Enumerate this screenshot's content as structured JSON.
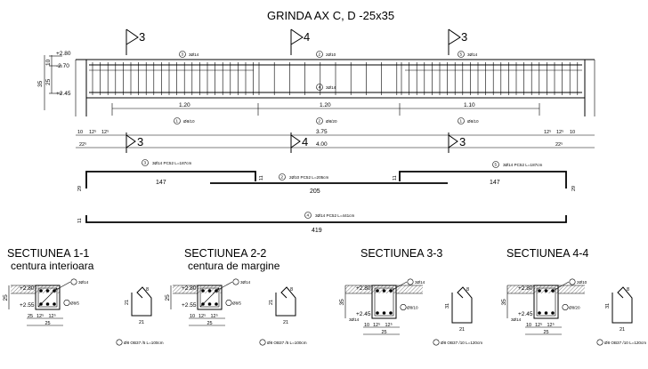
{
  "title": "GRINDA AX C, D -25x35",
  "elevations": {
    "top": "+2.80",
    "mid": "-2.70",
    "bottom": "+2.45"
  },
  "left_dims": {
    "d35": "35",
    "d25": "25",
    "d10": "10"
  },
  "section_marks": [
    "3",
    "4",
    "3"
  ],
  "bar_callouts": {
    "top_left": "3Ø14",
    "top_mid": "2Ø10",
    "top_right": "3Ø14",
    "center": "3Ø14",
    "stirrup_left": "Ø8/10",
    "stirrup_mid": "Ø8/20",
    "stirrup_right": "Ø8/10"
  },
  "span_dims": {
    "zone_left": "1.20",
    "zone_mid": "1.20",
    "zone_right": "1.10",
    "clear_span": "3.75",
    "axis_span": "4.00"
  },
  "end_dims": {
    "a": "10",
    "b": "12⁵",
    "c": "12⁵",
    "d": "22⁵"
  },
  "bars": [
    {
      "mark": "3Ø14 PC52 L=187cm",
      "len_right": "147",
      "end_right": "11",
      "end_down": "29"
    },
    {
      "mark": "2Ø10 PC52 L=205cm",
      "len": "205"
    },
    {
      "mark": "3Ø14 PC52 L=187cm",
      "len_left": "147",
      "end_left": "11",
      "end_down": "29"
    },
    {
      "mark": "3Ø14 PC52 L=441cm",
      "len": "419",
      "end_up": "11"
    }
  ],
  "sections": [
    {
      "title": "SECTIUNEA 1-1",
      "subtitle": "centura interioara",
      "elev_top": "+2.80",
      "elev_bot": "+2.55",
      "dim_h": "25",
      "dim_b": "25",
      "dim_b1": "12⁵",
      "dim_b2": "12⁵",
      "dim_side": "25",
      "bars_top": "3Ø14",
      "stirrup": "Ø8/5",
      "stirrup_h": "21",
      "stirrup_w": "21",
      "hook": "8",
      "stirrup_mark": "Ø8 OB37 /5 L=100cm"
    },
    {
      "title": "SECTIUNEA 2-2",
      "subtitle": "centura de margine",
      "elev_top": "+2.80",
      "elev_bot": "+2.55",
      "dim_h": "25",
      "dim_b": "25",
      "dim_b1": "12⁵",
      "dim_b2": "12⁵",
      "dim_side": "10",
      "bars_top": "3Ø14",
      "stirrup": "Ø8/5",
      "stirrup_h": "21",
      "stirrup_w": "21",
      "hook": "8",
      "stirrup_mark": "Ø8 OB37 /5 L=100cm"
    },
    {
      "title": "SECTIUNEA 3-3",
      "subtitle": "",
      "elev_top": "+2.80",
      "elev_bot": "+2.45",
      "dim_h": "35",
      "dim_b": "25",
      "dim_b1": "12⁵",
      "dim_b2": "12⁵",
      "dim_side": "10",
      "bars_top": "3Ø14",
      "bars_bot": "3Ø14",
      "stirrup": "Ø8/10",
      "stirrup_h": "31",
      "stirrup_w": "21",
      "hook": "8",
      "stirrup_mark": "Ø8 OB37 /10 L=120cm"
    },
    {
      "title": "SECTIUNEA 4-4",
      "subtitle": "",
      "elev_top": "+2.80",
      "elev_bot": "+2.45",
      "dim_h": "35",
      "dim_b": "25",
      "dim_b1": "12⁵",
      "dim_b2": "12⁵",
      "dim_side": "10",
      "bars_top": "2Ø10",
      "bars_bot": "3Ø14",
      "stirrup": "Ø8/20",
      "stirrup_h": "31",
      "stirrup_w": "21",
      "hook": "8",
      "stirrup_mark": "Ø8 OB37 /10 L=120cm"
    }
  ],
  "circle_numbers": [
    "1",
    "2",
    "3",
    "4",
    "5"
  ]
}
